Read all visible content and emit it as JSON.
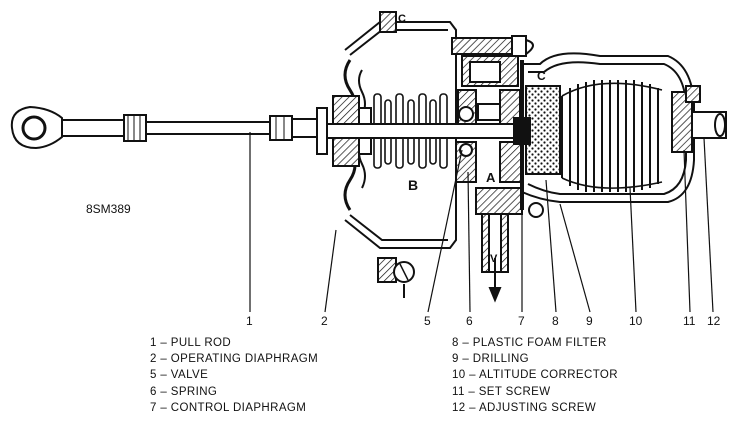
{
  "figure_code": "8SM389",
  "chamber_labels": {
    "b": "B",
    "a": "A",
    "c": "C",
    "v": "V"
  },
  "callouts": [
    "1",
    "2",
    "5",
    "6",
    "7",
    "8",
    "9",
    "10",
    "11",
    "12"
  ],
  "legend_left": [
    "1 – PULL ROD",
    "2 – OPERATING DIAPHRAGM",
    "5 – VALVE",
    "6 – SPRING",
    "7 – CONTROL DIAPHRAGM"
  ],
  "legend_right": [
    "8 – PLASTIC FOAM FILTER",
    "9 – DRILLING",
    "10 – ALTITUDE CORRECTOR",
    "11 – SET SCREW",
    "12 – ADJUSTING SCREW"
  ]
}
